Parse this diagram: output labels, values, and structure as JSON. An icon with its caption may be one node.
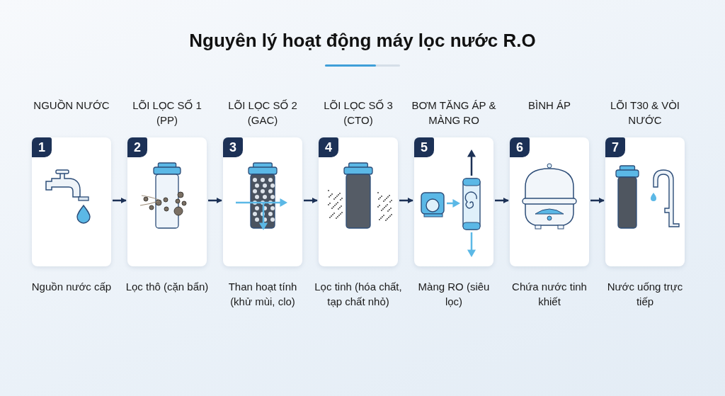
{
  "diagram": {
    "title": "Nguyên lý hoạt động máy lọc nước R.O",
    "nodes": [
      {
        "text": [
          "NGUỒN NƯỚC",
          "1"
        ],
        "beside": [
          "Nguồn nước cấp"
        ]
      },
      {
        "text": [
          "LÕI LỌC SỐ 1 (PP)",
          "2"
        ],
        "beside": [
          "Lọc thô (cặn bẩn)"
        ]
      },
      {
        "text": [
          "LÕI LỌC SỐ 2 (GAC)",
          "3"
        ],
        "beside": [
          "Than hoạt tính (khử mùi, clo)"
        ]
      },
      {
        "text": [
          "LÕI LỌC SỐ 3 (CTO)",
          "4"
        ],
        "beside": [
          "Lọc tinh (hóa chất, tạp chất nhỏ)"
        ]
      },
      {
        "text": [
          "BƠM TĂNG ÁP & MÀNG RO",
          "5"
        ],
        "beside": [
          "Màng RO (siêu lọc)"
        ]
      },
      {
        "text": [
          "BÌNH ÁP",
          "6"
        ],
        "beside": [
          "Chứa nước tinh khiết"
        ]
      },
      {
        "text": [
          "LÕI T30 & VÒI NƯỚC",
          "7"
        ],
        "beside": [
          "Nước uống trực tiếp"
        ]
      }
    ],
    "edges": [
      {
        "from": 0,
        "to": 1,
        "arrow": "to"
      },
      {
        "from": 1,
        "to": 2,
        "arrow": "to"
      },
      {
        "from": 2,
        "to": 3,
        "arrow": "to"
      },
      {
        "from": 3,
        "to": 4,
        "arrow": "to"
      },
      {
        "from": 4,
        "to": 5,
        "arrow": "to"
      },
      {
        "from": 5,
        "to": 6,
        "arrow": "to"
      }
    ]
  }
}
